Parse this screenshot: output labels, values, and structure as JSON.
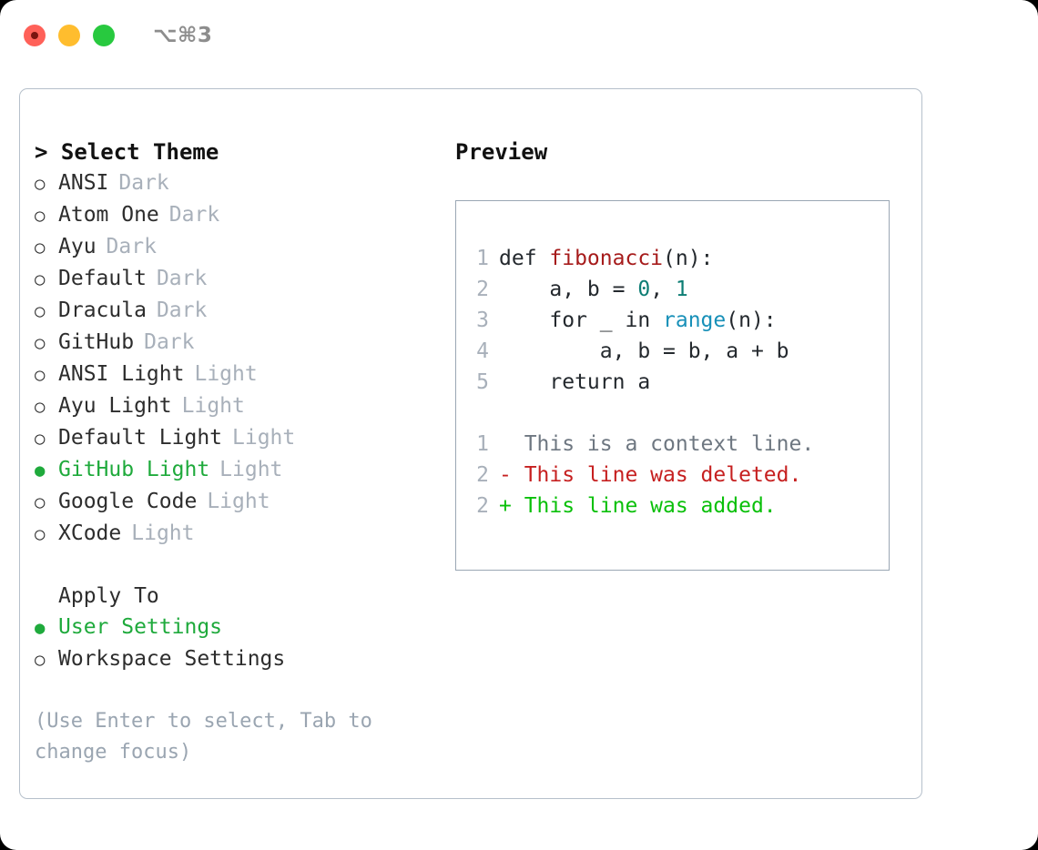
{
  "titlebar": {
    "buttons": [
      {
        "name": "close",
        "color": "#ff6159"
      },
      {
        "name": "minimize",
        "color": "#ffbd2e"
      },
      {
        "name": "zoom",
        "color": "#28c93f"
      }
    ],
    "shortcut": "⌥⌘3"
  },
  "colors": {
    "selected_green": "#1faa3c",
    "muted": "#a8b0ba",
    "hint": "#9aa5b1",
    "panel_border": "#b6c0cb",
    "preview_border": "#9aa7b4"
  },
  "theme_list": {
    "title": "> Select Theme",
    "marker_unselected": "○",
    "marker_selected": "●",
    "items": [
      {
        "name": "ANSI",
        "variant": "Dark",
        "selected": false
      },
      {
        "name": "Atom One",
        "variant": "Dark",
        "selected": false
      },
      {
        "name": "Ayu",
        "variant": "Dark",
        "selected": false
      },
      {
        "name": "Default",
        "variant": "Dark",
        "selected": false
      },
      {
        "name": "Dracula",
        "variant": "Dark",
        "selected": false
      },
      {
        "name": "GitHub",
        "variant": "Dark",
        "selected": false
      },
      {
        "name": "ANSI Light",
        "variant": "Light",
        "selected": false
      },
      {
        "name": "Ayu Light",
        "variant": "Light",
        "selected": false
      },
      {
        "name": "Default Light",
        "variant": "Light",
        "selected": false
      },
      {
        "name": "GitHub Light",
        "variant": "Light",
        "selected": true
      },
      {
        "name": "Google Code",
        "variant": "Light",
        "selected": false
      },
      {
        "name": "XCode",
        "variant": "Light",
        "selected": false
      }
    ]
  },
  "apply_to": {
    "heading": "Apply To",
    "options": [
      {
        "label": "User Settings",
        "selected": true
      },
      {
        "label": "Workspace Settings",
        "selected": false
      }
    ]
  },
  "hint": "(Use Enter to select, Tab to change focus)",
  "preview": {
    "title": "Preview",
    "code_lines": [
      {
        "ln": "1",
        "tokens": [
          {
            "text": "def ",
            "cls": "tok-plain"
          },
          {
            "text": "fibonacci",
            "cls": "tok-fn"
          },
          {
            "text": "(n):",
            "cls": "tok-plain"
          }
        ]
      },
      {
        "ln": "2",
        "tokens": [
          {
            "text": "    a, b = ",
            "cls": "tok-plain"
          },
          {
            "text": "0",
            "cls": "tok-num"
          },
          {
            "text": ", ",
            "cls": "tok-plain"
          },
          {
            "text": "1",
            "cls": "tok-num"
          }
        ]
      },
      {
        "ln": "3",
        "tokens": [
          {
            "text": "    for _ in ",
            "cls": "tok-plain"
          },
          {
            "text": "range",
            "cls": "tok-builtin"
          },
          {
            "text": "(n):",
            "cls": "tok-plain"
          }
        ]
      },
      {
        "ln": "4",
        "tokens": [
          {
            "text": "        a, b = b, a + b",
            "cls": "tok-plain"
          }
        ]
      },
      {
        "ln": "5",
        "tokens": [
          {
            "text": "    return a",
            "cls": "tok-plain"
          }
        ]
      }
    ],
    "diff_lines": [
      {
        "ln": "1",
        "text": "  This is a context line.",
        "cls": "tok-ctx"
      },
      {
        "ln": "2",
        "text": "- This line was deleted.",
        "cls": "tok-del"
      },
      {
        "ln": "2",
        "text": "+ This line was added.",
        "cls": "tok-add"
      }
    ]
  }
}
